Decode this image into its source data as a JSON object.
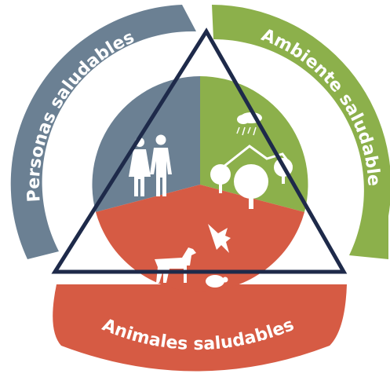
{
  "diagram": {
    "title": "",
    "arcs": [
      {
        "id": "personas",
        "label": "Personas saludables",
        "color": "#6b8093"
      },
      {
        "id": "ambiente",
        "label": "Ambiente saludable",
        "color": "#8cb04b"
      },
      {
        "id": "animales",
        "label": "Animales saludables",
        "color": "#d65b44"
      }
    ],
    "triangle_color": "#1e2a4a",
    "icons": {
      "personas": "people-icon",
      "ambiente": "trees-mountain-rain-icon",
      "animales": "animals-deer-bird-turtle-icon"
    }
  }
}
